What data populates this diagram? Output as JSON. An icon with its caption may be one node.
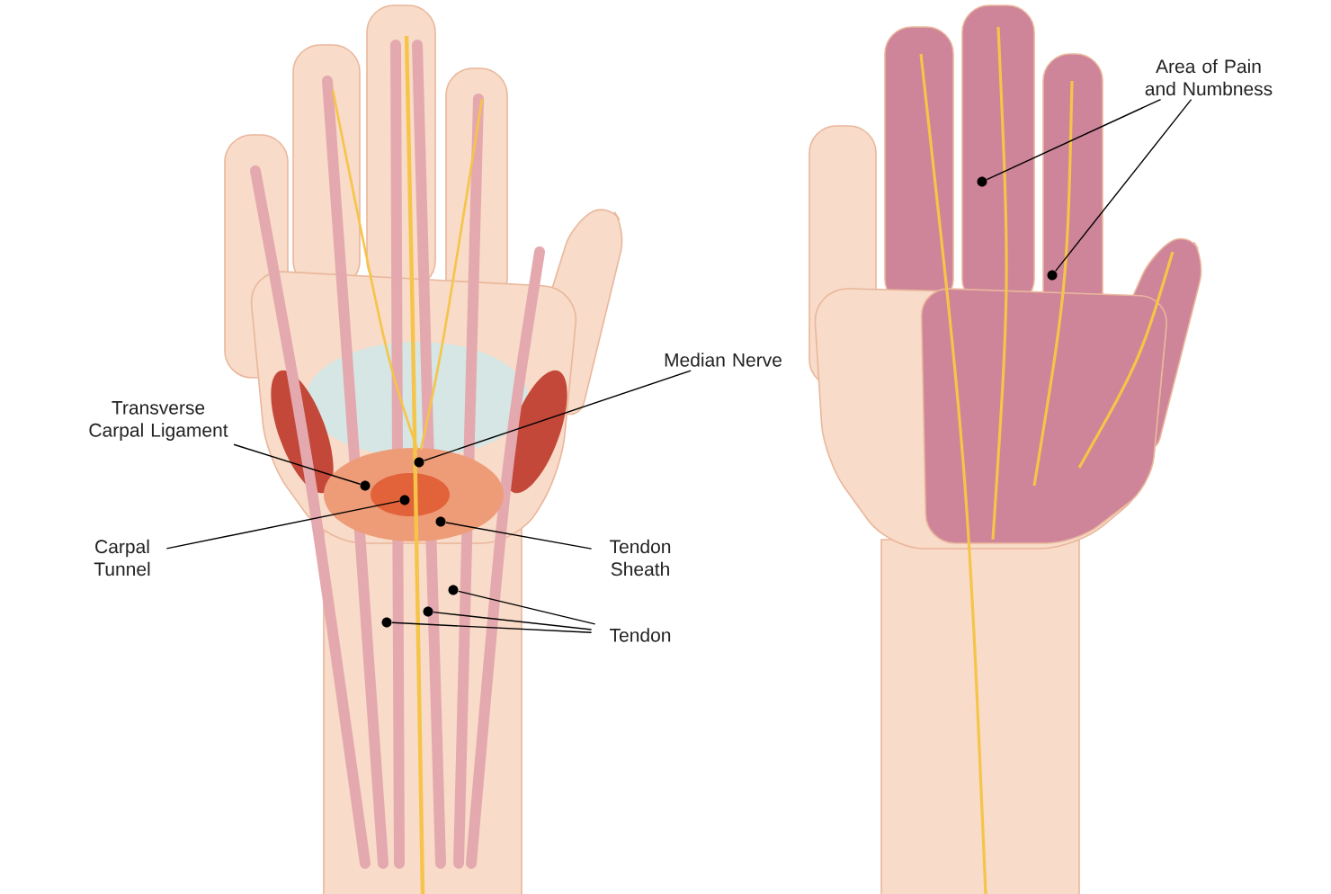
{
  "diagram": {
    "nodes": [
      {
        "text": [
          "Transverse Carpal Ligament"
        ]
      },
      {
        "text": [
          "Median Nerve"
        ]
      },
      {
        "text": [
          "Carpal Tunnel"
        ]
      },
      {
        "text": [
          "Tendon Sheath"
        ]
      },
      {
        "text": [
          "Tendon"
        ]
      },
      {
        "text": [
          "Area of Pain and Numbness"
        ]
      },
      {
        "text": [],
        "shape": "circle"
      },
      {
        "text": [],
        "shape": "circle"
      },
      {
        "text": [],
        "shape": "circle"
      },
      {
        "text": [],
        "shape": "circle"
      },
      {
        "text": [],
        "shape": "circle"
      },
      {
        "text": [],
        "shape": "circle"
      },
      {
        "text": [],
        "shape": "circle"
      },
      {
        "text": [],
        "shape": "circle"
      },
      {
        "text": [],
        "shape": "circle"
      }
    ],
    "edges": [
      {
        "from": 0,
        "to": 6,
        "arrow": "none"
      },
      {
        "from": 1,
        "to": 9,
        "arrow": "none"
      },
      {
        "from": 2,
        "to": 8,
        "arrow": "none"
      },
      {
        "from": 3,
        "to": 11,
        "arrow": "none"
      },
      {
        "from": 4,
        "to": 12,
        "arrow": "none"
      },
      {
        "from": 4,
        "to": 10,
        "arrow": "none"
      },
      {
        "from": 4,
        "to": 7,
        "arrow": "none"
      },
      {
        "from": 5,
        "to": 13,
        "arrow": "none"
      },
      {
        "from": 5,
        "to": 14,
        "arrow": "none"
      }
    ]
  }
}
